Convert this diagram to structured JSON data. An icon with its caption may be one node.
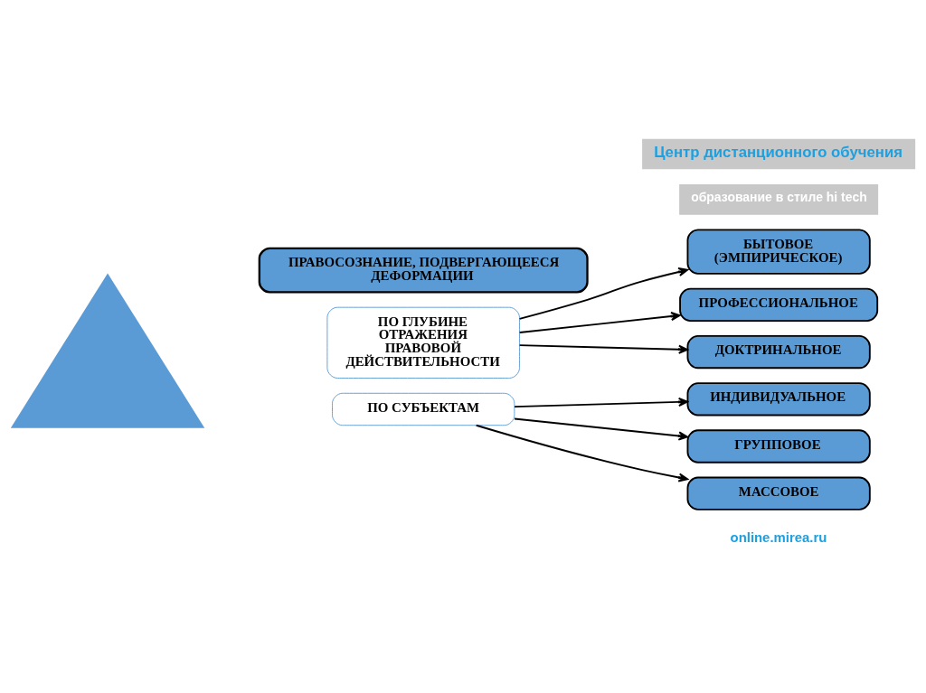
{
  "diagram": {
    "nodes": [
      {
        "text": [
          "ПРАВОСОЗНАНИЕ, ПОДВЕРГАЮЩЕЕСЯ ДЕФОРМАЦИИ"
        ]
      },
      {
        "text": [],
        "shape": "triangle"
      },
      {
        "text": [
          "ПО ГЛУБИНЕ ОТРАЖЕНИЯ ПРАВОВОЙ ДЕЙСТВИТЕЛЬНОСТИ"
        ]
      },
      {
        "text": [
          "БЫТОВОЕ (ЭМПИРИЧЕСКОЕ)"
        ]
      },
      {
        "text": [
          "ПРОФЕССИОНАЛЬНОЕ"
        ]
      },
      {
        "text": [
          "ДОКТРИНАЛЬНОЕ"
        ]
      },
      {
        "text": [
          "ПО СУБЪЕКТАМ"
        ]
      },
      {
        "text": [
          "ИНДИВИДУАЛЬНОЕ"
        ]
      },
      {
        "text": [
          "ГРУППОВОЕ"
        ]
      },
      {
        "text": [
          "МАССОВОЕ"
        ]
      }
    ],
    "edges": [
      {
        "from": 2,
        "to": 3,
        "arrow": "to"
      },
      {
        "from": 2,
        "to": 4,
        "arrow": "to"
      },
      {
        "from": 2,
        "to": 5,
        "arrow": "to"
      },
      {
        "from": 6,
        "to": 7,
        "arrow": "to"
      },
      {
        "from": 6,
        "to": 8,
        "arrow": "to"
      },
      {
        "from": 6,
        "to": 9,
        "arrow": "to"
      }
    ],
    "labels": [
      "Центр дистанционного обучения",
      "образование в стиле hi tech",
      "online.mirea.ru"
    ]
  }
}
